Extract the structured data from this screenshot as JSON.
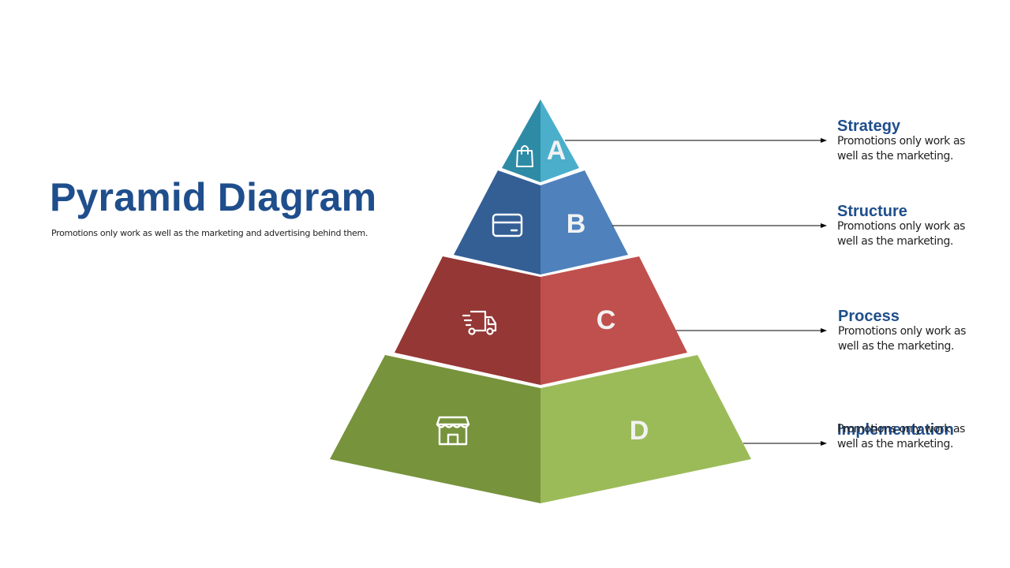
{
  "title": "Pyramid Diagram",
  "subtitle": "Promotions only work as well as the marketing and advertising behind them.",
  "colors": {
    "title": "#1f4e8c",
    "level_a": [
      "#2e8ba6",
      "#4bafcc"
    ],
    "level_b": [
      "#335f95",
      "#4f81bd"
    ],
    "level_c": [
      "#953735",
      "#c0504d"
    ],
    "level_d": [
      "#77933c",
      "#9bbb59"
    ]
  },
  "levels": [
    {
      "letter": "A",
      "icon": "shopping-bag-icon",
      "title": "Strategy",
      "desc": "Promotions only work as well as the marketing."
    },
    {
      "letter": "B",
      "icon": "credit-card-icon",
      "title": "Structure",
      "desc": "Promotions only work as well as the marketing."
    },
    {
      "letter": "C",
      "icon": "delivery-truck-icon",
      "title": "Process",
      "desc": "Promotions only work as well as the marketing."
    },
    {
      "letter": "D",
      "icon": "storefront-icon",
      "title": "Implementation",
      "desc": "Promotions only work as well as the marketing."
    }
  ]
}
